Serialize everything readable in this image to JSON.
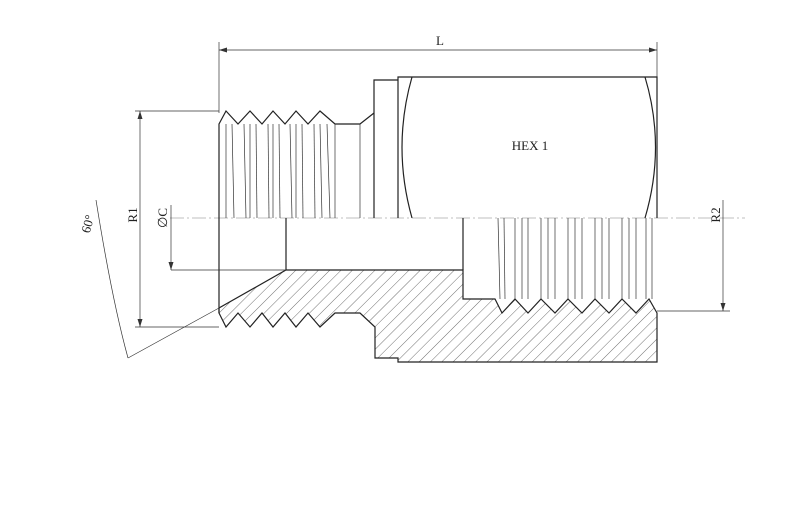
{
  "drawing": {
    "labels": {
      "length": "L",
      "hex": "HEX 1",
      "male_thread": "R1",
      "bore": "∅C",
      "female_thread": "R2",
      "angle": "60°"
    },
    "colors": {
      "line": "#222222",
      "background": "#ffffff"
    }
  }
}
